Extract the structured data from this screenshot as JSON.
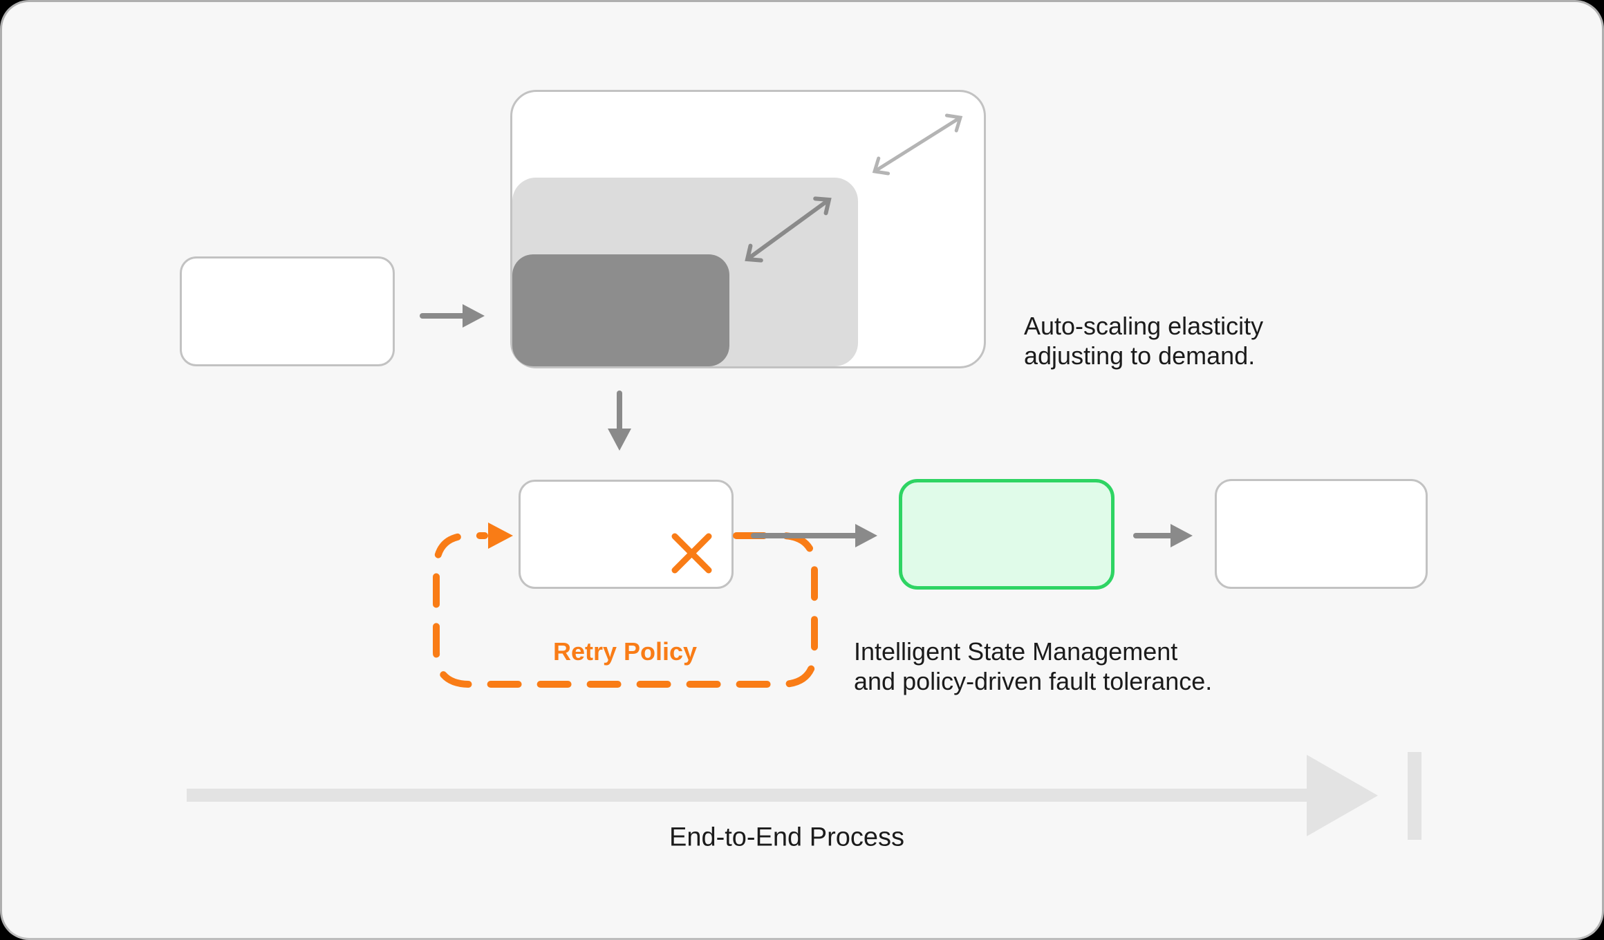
{
  "canvas": {
    "background": "#F7F7F7",
    "border_color": "#AFAFAF",
    "outside_color": "#000000"
  },
  "colors": {
    "node_border_gray": "#C2C2C2",
    "scaling_mid_fill": "#DCDCDC",
    "scaling_inner_fill": "#8D8D8D",
    "arrow_gray": "#8A8A8A",
    "arrow_light_gray": "#B4B4B4",
    "accent_orange": "#F97C16",
    "success_border_green": "#2ED463",
    "success_fill_green": "#E0FBE9",
    "timeline_gray": "#E3E3E3",
    "text_color": "#1B1B1B"
  },
  "annotations": {
    "autoscaling_line1": "Auto-scaling elasticity",
    "autoscaling_line2": "adjusting to demand.",
    "retry_label": "Retry Policy",
    "state_line1": "Intelligent State Management",
    "state_line2": "and policy-driven fault tolerance.",
    "timeline_label": "End-to-End Process"
  },
  "nodes": {
    "start": {
      "fill": "#FFFFFF",
      "border": "#C2C2C2"
    },
    "scaling_outer": {
      "fill": "#FFFFFF",
      "border": "#C2C2C2"
    },
    "scaling_mid": {
      "fill": "#DCDCDC"
    },
    "scaling_inner": {
      "fill": "#8D8D8D"
    },
    "failing": {
      "fill": "#FFFFFF",
      "border": "#C2C2C2"
    },
    "success": {
      "fill": "#E0FBE9",
      "border": "#2ED463"
    },
    "end": {
      "fill": "#FFFFFF",
      "border": "#C2C2C2"
    }
  },
  "icons": {
    "failure": "x-mark-icon",
    "scaling_small": "diagonal-resize-arrow-icon",
    "scaling_large": "diagonal-resize-arrow-icon",
    "flow": "right-arrow-icon",
    "descend": "down-arrow-icon",
    "retry": "dashed-retry-loop-icon",
    "timeline": "end-to-end-arrow-icon"
  }
}
